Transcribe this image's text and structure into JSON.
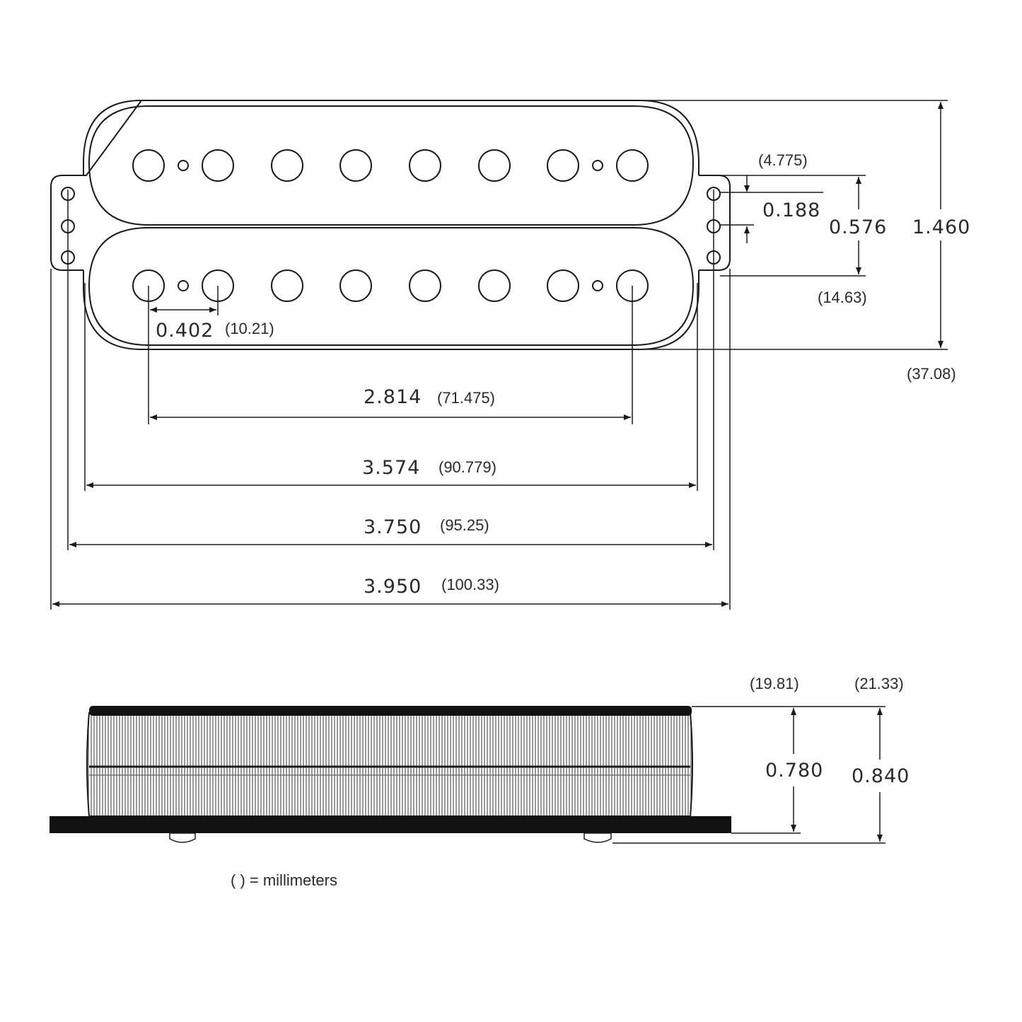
{
  "top_view": {
    "dim_pole_spacing": {
      "inch": "0.402",
      "mm": "(10.21)"
    },
    "dim_outer_pole_span": {
      "inch": "2.814",
      "mm": "(71.475)"
    },
    "dim_cover_width": {
      "inch": "3.574",
      "mm": "(90.779)"
    },
    "dim_mount_hole_span": {
      "inch": "3.750",
      "mm": "(95.25)"
    },
    "dim_overall_length": {
      "inch": "3.950",
      "mm": "(100.33)"
    },
    "dim_hole_diameter": {
      "inch": "0.188",
      "mm": "(4.775)"
    },
    "dim_mount_hole_pitch": {
      "inch": "0.576",
      "mm": "(14.63)"
    },
    "dim_overall_width": {
      "inch": "1.460",
      "mm": "(37.08)"
    }
  },
  "side_view": {
    "dim_body_height": {
      "inch": "0.780",
      "mm": "(19.81)"
    },
    "dim_total_height": {
      "inch": "0.840",
      "mm": "(21.33)"
    }
  },
  "legend": "( ) = millimeters"
}
